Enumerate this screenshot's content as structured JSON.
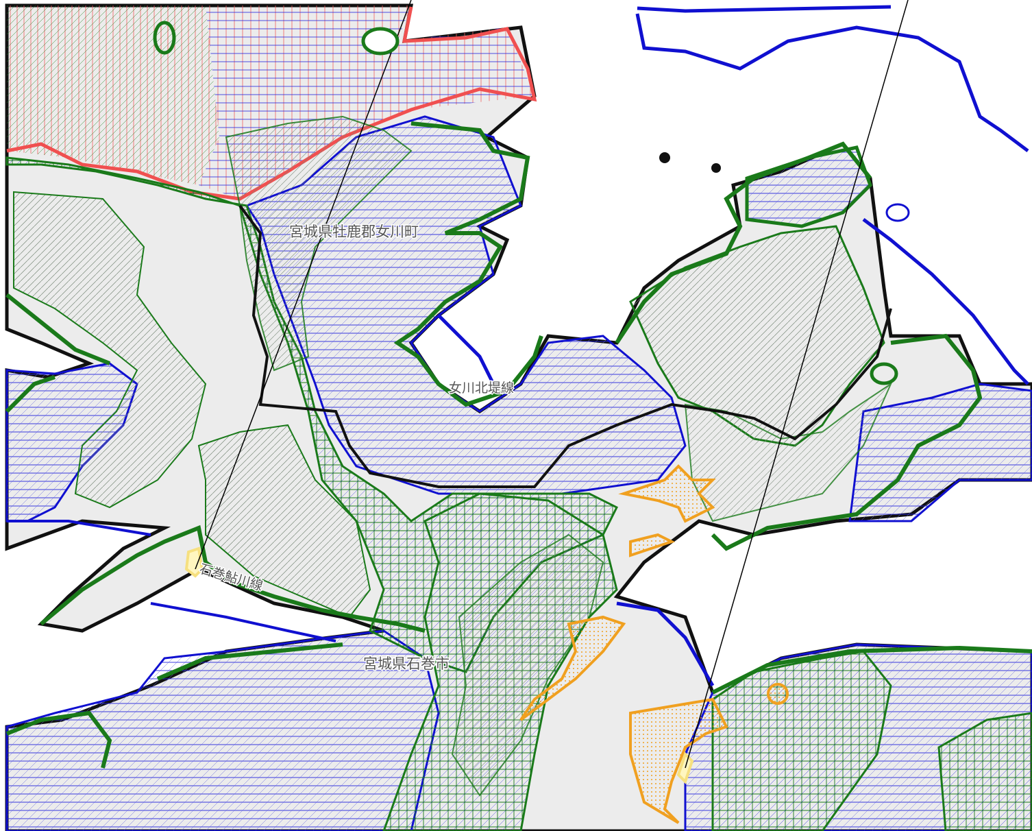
{
  "map": {
    "labels": {
      "onagawa_town": "宮城県牡鹿郡女川町",
      "ishinomaki_city": "宮城県石巻市",
      "onagawa_line": "女川北堤線",
      "ishinomaki_road": "石巻鮎川線"
    },
    "colors": {
      "sea": "#ffffff",
      "land": "#e8e8e8",
      "contour": "#8f8f8f",
      "green_zone": "#1a7a1a",
      "blue_zone": "#1010d0",
      "red_zone": "#f05050",
      "orange_zone": "#f0a020",
      "boundary": "#111111"
    }
  }
}
